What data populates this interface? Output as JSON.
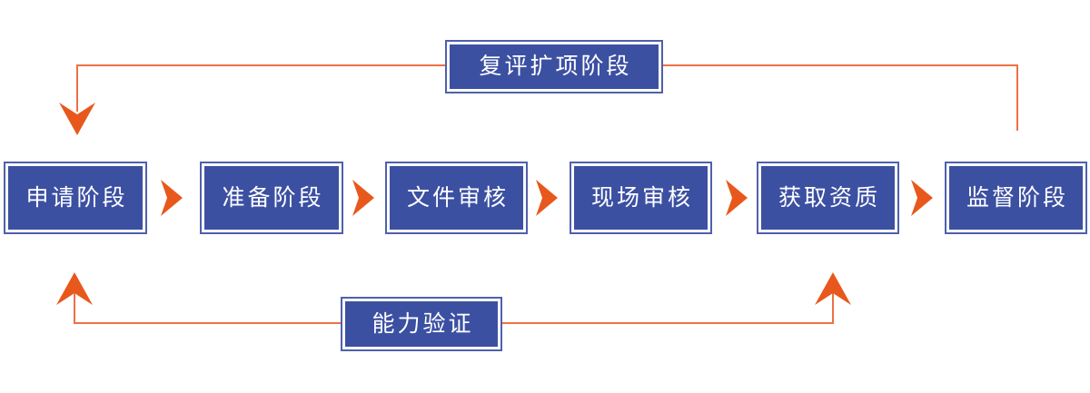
{
  "colors": {
    "box_fill": "#3c50a2",
    "box_border": "#4f60ae",
    "box_text": "#ffffff",
    "arrow_orange": "#e8581c",
    "line_orange": "#ed7144",
    "background": "#ffffff"
  },
  "flow": {
    "stages": [
      {
        "label": "申请阶段"
      },
      {
        "label": "准备阶段"
      },
      {
        "label": "文件审核"
      },
      {
        "label": "现场审核"
      },
      {
        "label": "获取资质"
      },
      {
        "label": "监督阶段"
      }
    ],
    "top_loop_label": "复评扩项阶段",
    "bottom_loop_label": "能力验证"
  }
}
